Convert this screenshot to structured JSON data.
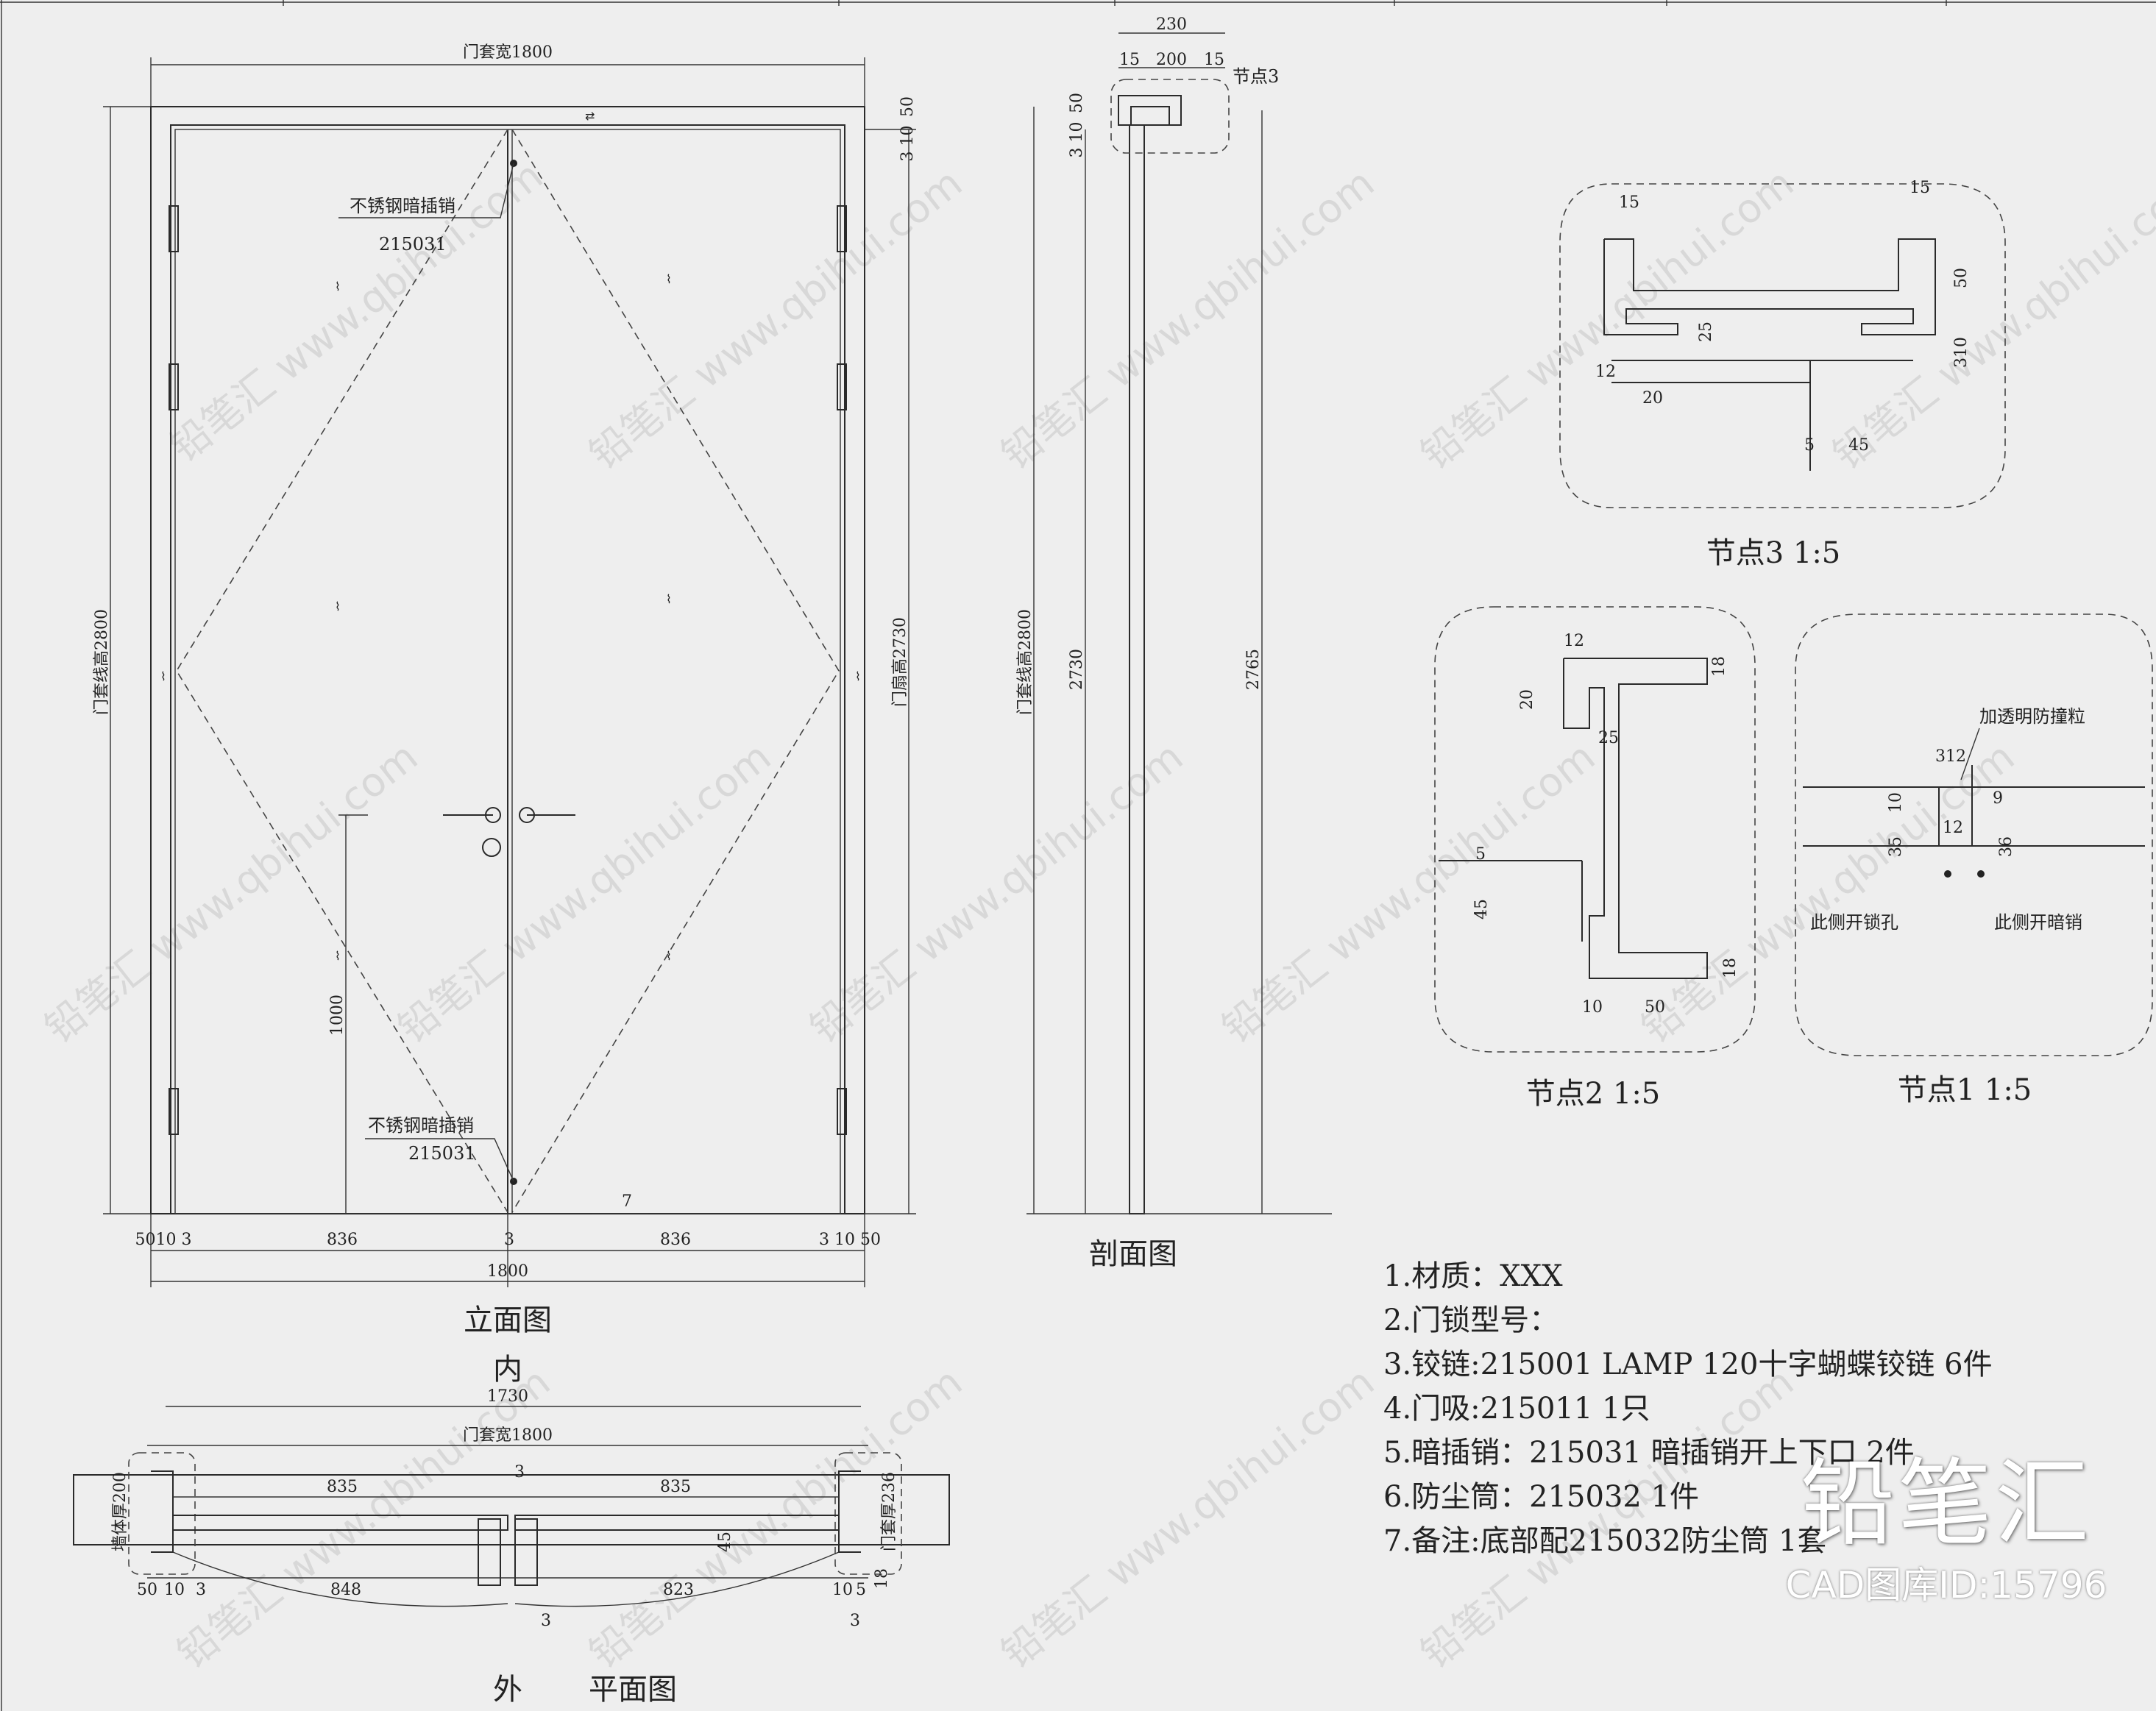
{
  "elevation": {
    "title": "立面图",
    "inside_label": "内",
    "dim_top_width": "门套宽1800",
    "dim_left_height": "门套线高2800",
    "dim_right_height": "门扇高2730",
    "dim_side_top1": "50",
    "dim_side_top2": "3 10",
    "dim_handle_height": "1000",
    "dim_bottom_gap": "7",
    "bottom_dims": [
      "5010 3",
      "836",
      "3",
      "836",
      "3 10 50"
    ],
    "bottom_total": "1800",
    "bolt_top_label": "不锈钢暗插销",
    "bolt_top_code": "215031",
    "bolt_bottom_label": "不锈钢暗插销",
    "bolt_bottom_code": "215031"
  },
  "section": {
    "title": "剖面图",
    "node_ref": "节点3",
    "top_dims": [
      "230",
      "15",
      "200",
      "15"
    ],
    "side_top": [
      "50",
      "3 10"
    ],
    "dim_frame_height": "门套线高2800",
    "dim_leaf": "2730",
    "dim_total": "2765"
  },
  "node3": {
    "title": "节点3  1:5",
    "dims": [
      "15",
      "15",
      "50",
      "25",
      "310",
      "12",
      "20",
      "5",
      "45"
    ]
  },
  "node2": {
    "title": "节点2  1:5",
    "dims": [
      "12",
      "18",
      "20",
      "25",
      "5",
      "45",
      "18",
      "10",
      "50"
    ]
  },
  "node1": {
    "title": "节点1  1:5",
    "bumper": "加透明防撞粒",
    "dims": [
      "312",
      "10",
      "9",
      "35",
      "12",
      "36"
    ],
    "left_label": "此侧开锁孔",
    "right_label": "此侧开暗销"
  },
  "plan": {
    "title": "平面图",
    "outside_label": "外",
    "dim_total": "1730",
    "dim_frame_width": "门套宽1800",
    "dim_wall": "墙体厚200",
    "dim_frame_thick": "门套厚236",
    "dims_top": [
      "3",
      "835",
      "835"
    ],
    "dim_45": "45",
    "dims_bottom": [
      "50",
      "10",
      "3",
      "848",
      "823",
      "10",
      "5",
      "18"
    ],
    "dims_low": [
      "3",
      "3"
    ]
  },
  "notes": [
    "1.材质：XXX",
    "2.门锁型号：",
    "3.铰链:215001 LAMP 120十字蝴蝶铰链 6件",
    "4.门吸:215011  1只",
    "5.暗插销：215031 暗插销开上下口 2件",
    "6.防尘筒：215032 1件",
    "7.备注:底部配215032防尘筒 1套"
  ],
  "brand": {
    "logo": "铅笔汇",
    "cad_id": "CAD图库ID:15796",
    "watermark": "铅笔汇 www.qbihui.com"
  }
}
